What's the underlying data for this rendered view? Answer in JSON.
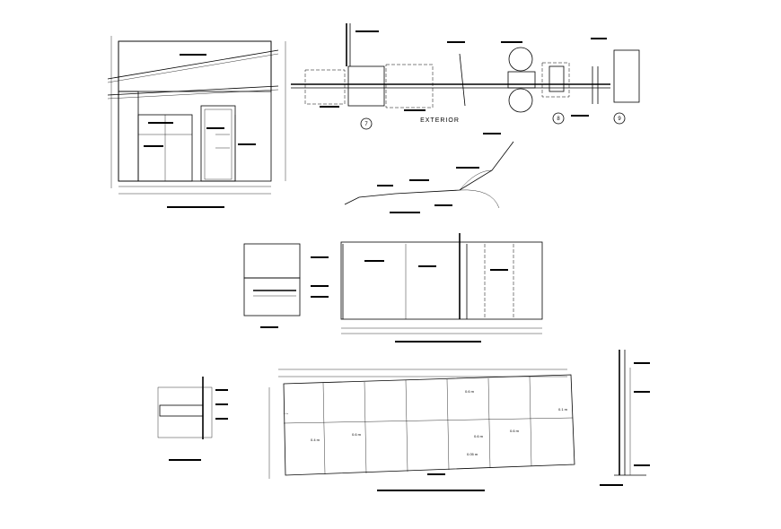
{
  "labels": {
    "exterior": "EXTERIOR",
    "bubble_7": "7",
    "bubble_8": "8",
    "bubble_9": "9",
    "dim_a": "0.1 m",
    "dim_b": "0.6 m",
    "dim_c": "0.4 m",
    "dim_d": "0.6 m",
    "dim_e": "0.6 m",
    "dim_f": "0.6 m",
    "dim_g": "0.05 m",
    "dim_h": "0.1 m"
  },
  "colors": {
    "ink": "#000000",
    "paper": "#ffffff"
  }
}
